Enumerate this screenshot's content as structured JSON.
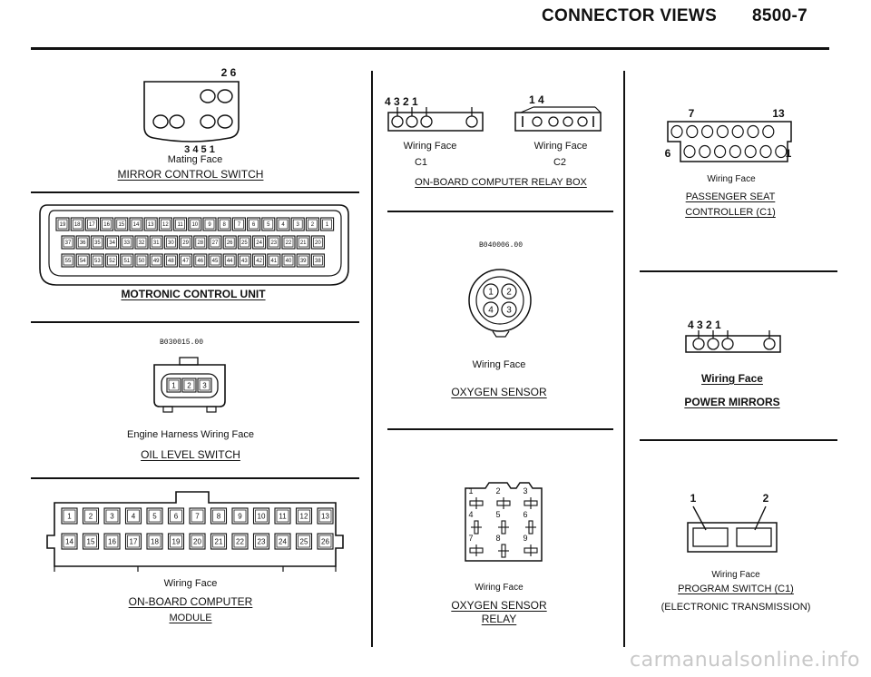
{
  "header": {
    "title": "CONNECTOR VIEWS",
    "page": "8500-7"
  },
  "mirror_control_switch": {
    "pins_top": "2   6",
    "pins_bottom": "3  4   5   1",
    "face": "Mating Face",
    "name": "MIRROR CONTROL SWITCH"
  },
  "motronic": {
    "row1": [
      "19",
      "18",
      "17",
      "16",
      "15",
      "14",
      "13",
      "12",
      "11",
      "10",
      "9",
      "8",
      "7",
      "6",
      "5",
      "4",
      "3",
      "2",
      "1"
    ],
    "row2": [
      "37",
      "36",
      "35",
      "34",
      "33",
      "32",
      "31",
      "30",
      "29",
      "28",
      "27",
      "26",
      "25",
      "24",
      "23",
      "22",
      "21",
      "20"
    ],
    "row3": [
      "55",
      "54",
      "53",
      "52",
      "51",
      "50",
      "49",
      "48",
      "47",
      "46",
      "45",
      "44",
      "43",
      "42",
      "41",
      "40",
      "39",
      "38"
    ],
    "name": "MOTRONIC CONTROL UNIT"
  },
  "oil_level_switch": {
    "code": "B030015.00",
    "pins": [
      "1",
      "2",
      "3"
    ],
    "face": "Engine Harness Wiring Face",
    "name": "OIL LEVEL SWITCH"
  },
  "obc_module": {
    "row1": [
      "1",
      "2",
      "3",
      "4",
      "5",
      "6",
      "7",
      "8",
      "9",
      "10",
      "11",
      "12",
      "13"
    ],
    "row2": [
      "14",
      "15",
      "16",
      "17",
      "18",
      "19",
      "20",
      "21",
      "22",
      "23",
      "24",
      "25",
      "26"
    ],
    "face": "Wiring Face",
    "name1": "ON-BOARD COMPUTER",
    "name2": "MODULE"
  },
  "relay_box": {
    "c1_pins": "4  3  2       1",
    "c2_pins": "1             4",
    "face_c1": "Wiring Face",
    "face_c2": "Wiring Face",
    "c1": "C1",
    "c2": "C2",
    "name": "ON-BOARD COMPUTER RELAY BOX"
  },
  "oxygen_sensor": {
    "code": "B040006.00",
    "pins": [
      "1",
      "2",
      "4",
      "3"
    ],
    "face": "Wiring Face",
    "name": "OXYGEN SENSOR"
  },
  "oxygen_sensor_relay": {
    "pins": [
      "1",
      "2",
      "3",
      "4",
      "5",
      "6",
      "7",
      "8",
      "9"
    ],
    "face": "Wiring Face",
    "name1": "OXYGEN SENSOR",
    "name2": "RELAY"
  },
  "passenger_seat": {
    "pin_left": "7",
    "pin_right": "13",
    "pin_6": "6",
    "pin_1": "1",
    "face": "Wiring Face",
    "name1": "PASSENGER SEAT",
    "name2": "CONTROLLER (C1)"
  },
  "power_mirrors": {
    "pins": "4  3  2       1",
    "face": "Wiring Face",
    "name": "POWER MIRRORS"
  },
  "program_switch": {
    "pin_left": "1",
    "pin_right": "2",
    "face": "Wiring Face",
    "name": "PROGRAM SWITCH (C1)",
    "sub": "(ELECTRONIC TRANSMISSION)"
  },
  "watermark": "carmanualsonline.info"
}
